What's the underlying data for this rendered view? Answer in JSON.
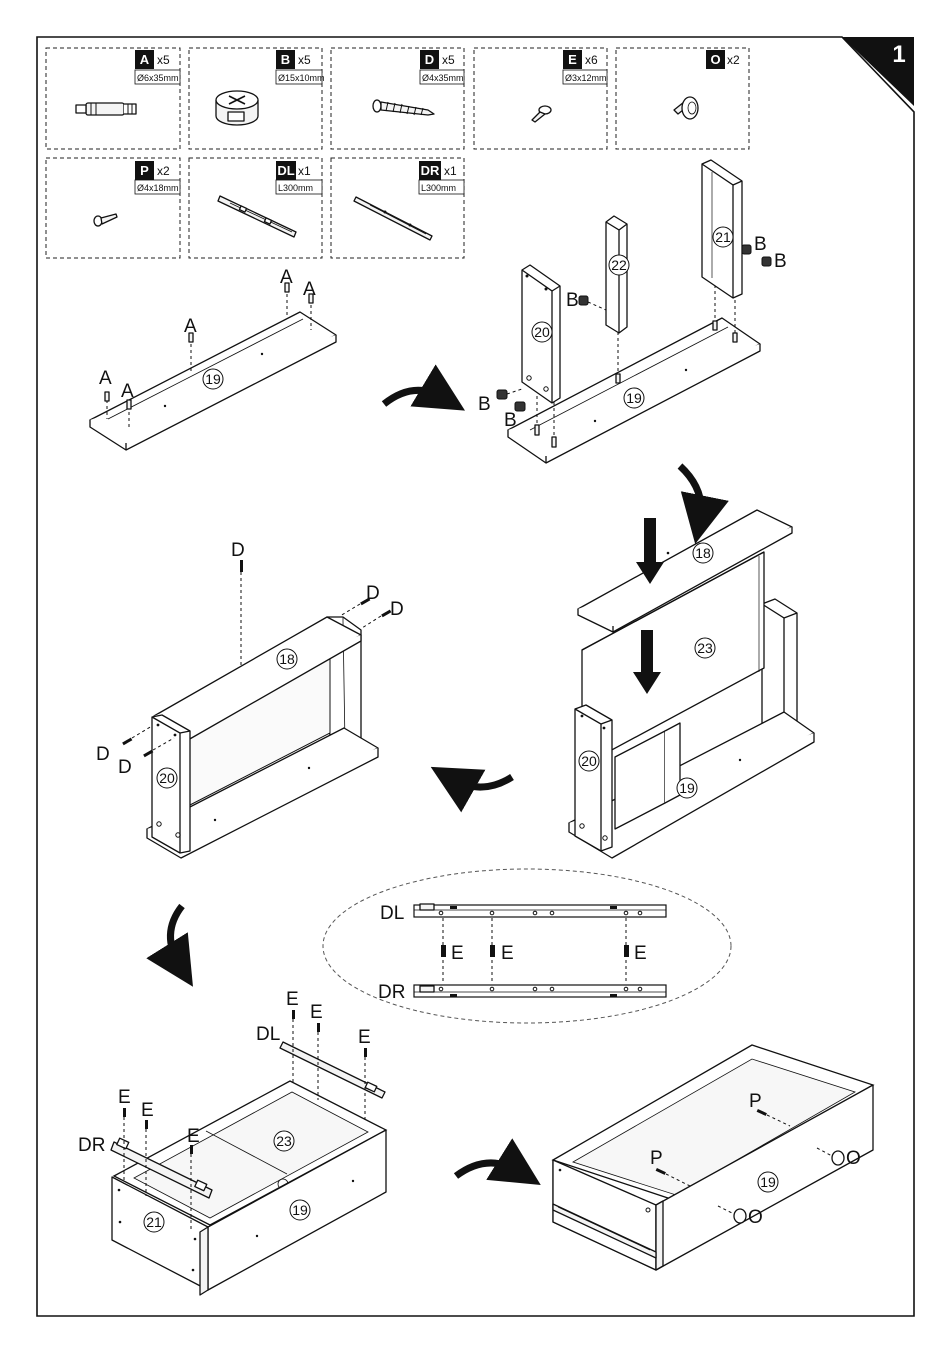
{
  "step": {
    "number": "1"
  },
  "hardware": [
    {
      "code": "A",
      "qty": "x5",
      "size": "Ø6x35mm",
      "icon": "dowel-screw-icon"
    },
    {
      "code": "B",
      "qty": "x5",
      "size": "Ø15x10mm",
      "icon": "cam-lock-icon"
    },
    {
      "code": "D",
      "qty": "x5",
      "size": "Ø4x35mm",
      "icon": "wood-screw-icon"
    },
    {
      "code": "E",
      "qty": "x6",
      "size": "Ø3x12mm",
      "icon": "short-screw-icon"
    },
    {
      "code": "O",
      "qty": "x2",
      "size": "",
      "icon": "knob-icon"
    },
    {
      "code": "P",
      "qty": "x2",
      "size": "Ø4x18mm",
      "icon": "knob-screw-icon"
    },
    {
      "code": "DL",
      "qty": "x1",
      "size": "L300mm",
      "icon": "left-drawer-slide-icon"
    },
    {
      "code": "DR",
      "qty": "x1",
      "size": "L300mm",
      "icon": "right-drawer-slide-icon"
    }
  ],
  "callouts": {
    "A": "A",
    "B": "B",
    "D": "D",
    "E": "E",
    "O": "O",
    "P": "P",
    "DL": "DL",
    "DR": "DR"
  },
  "parts": {
    "p18": "18",
    "p19": "19",
    "p20": "20",
    "p21": "21",
    "p22": "22",
    "p23": "23"
  }
}
